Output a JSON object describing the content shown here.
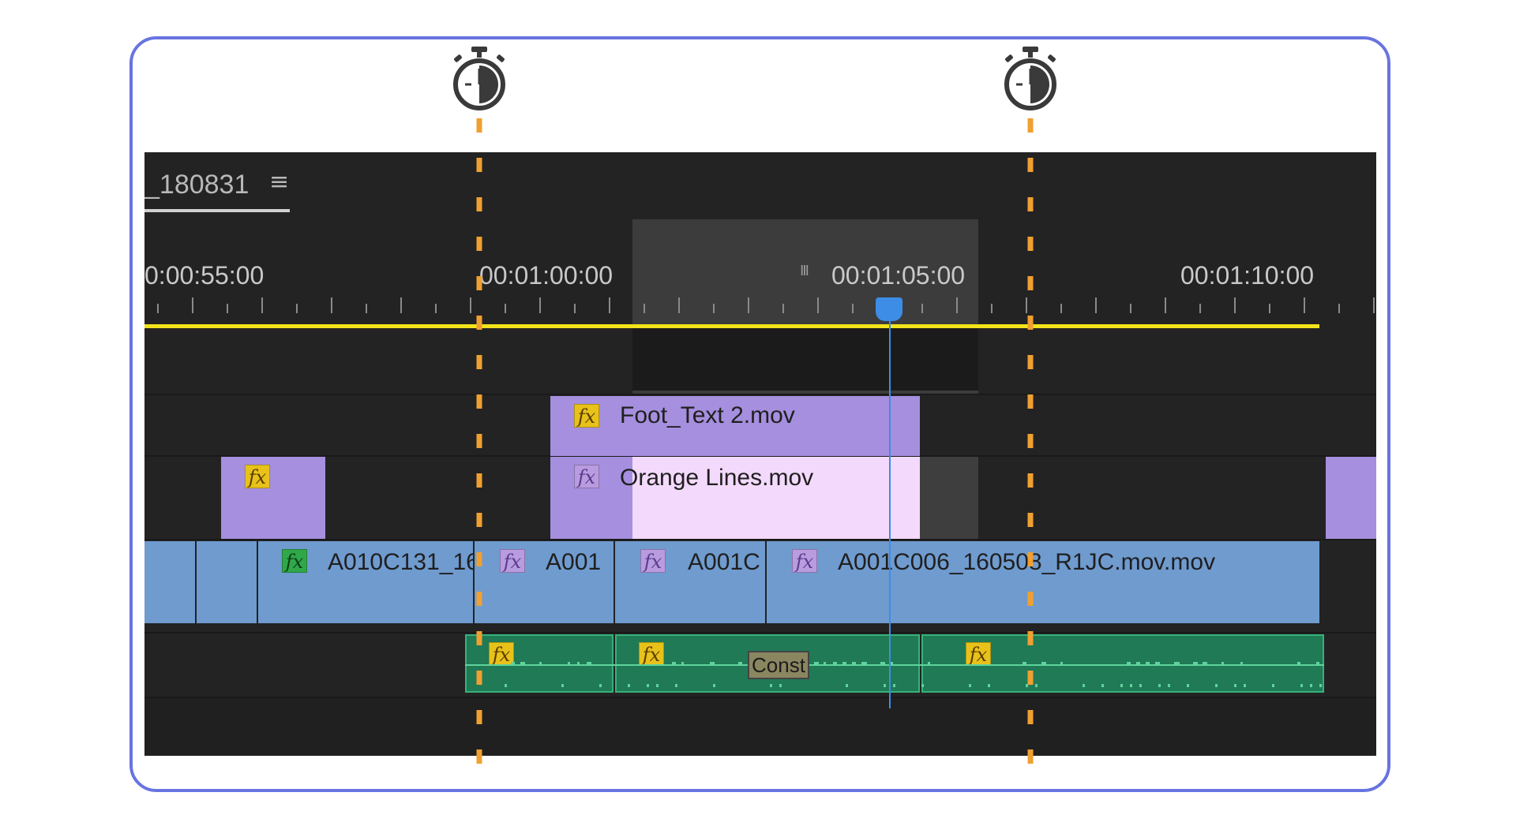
{
  "sequence": {
    "title": "_180831",
    "menu_icon": "hamburger-menu-icon"
  },
  "ruler": {
    "labels": [
      "0:00:55:00",
      "00:01:00:00",
      "00:01:05:00",
      "00:01:10:00"
    ],
    "work_area_handle": "III"
  },
  "clips": {
    "v3_1": {
      "name": "Foot_Text 2.mov",
      "fx": "fx"
    },
    "v2_1": {
      "fx": "fx"
    },
    "v2_2": {
      "name": "Orange Lines.mov",
      "fx": "fx"
    },
    "v1_3": {
      "name": "A010C131_16",
      "fx": "fx"
    },
    "v1_4": {
      "name": "A001",
      "fx": "fx"
    },
    "v1_5": {
      "name": "A001C",
      "fx": "fx"
    },
    "v1_6": {
      "name": "A001C006_160508_R1JC.mov.mov",
      "fx": "fx"
    },
    "a1_1": {
      "fx": "fx"
    },
    "a1_2": {
      "fx": "fx"
    },
    "a1_3": {
      "fx": "fx"
    }
  },
  "transition": {
    "label": "Const"
  },
  "markers": {
    "icon": "stopwatch-icon"
  },
  "colors": {
    "frame": "#6874e0",
    "marker": "#f0a030",
    "video_purple": "#a58fde",
    "video_pink": "#f3d9fb",
    "video_blue": "#6f9bcf",
    "audio_green": "#1f7a55",
    "playhead": "#3d8de6",
    "work_bar": "#f2e41c"
  }
}
